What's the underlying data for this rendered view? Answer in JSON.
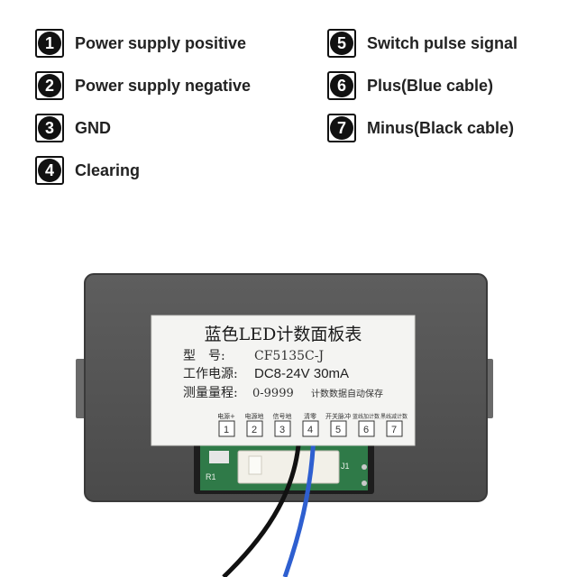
{
  "legend": {
    "items": [
      {
        "num": "1",
        "label": "Power supply positive"
      },
      {
        "num": "2",
        "label": "Power supply negative"
      },
      {
        "num": "3",
        "label": "GND"
      },
      {
        "num": "4",
        "label": "Clearing"
      },
      {
        "num": "5",
        "label": "Switch pulse signal"
      },
      {
        "num": "6",
        "label": "Plus(Blue cable)"
      },
      {
        "num": "7",
        "label": "Minus(Black cable)"
      }
    ]
  },
  "device": {
    "label": {
      "title": "蓝色LED计数面板表",
      "model_key": "型　号:",
      "model_value": "CF5135C-J",
      "power_key": "工作电源:",
      "power_value": "DC8-24V  30mA",
      "range_key": "测量量程:",
      "range_value": "0-9999",
      "range_note": "计数数据自动保存",
      "pins": [
        {
          "num": "1",
          "caption": "电源+"
        },
        {
          "num": "2",
          "caption": "电源地"
        },
        {
          "num": "3",
          "caption": "信号地"
        },
        {
          "num": "4",
          "caption": "清零"
        },
        {
          "num": "5",
          "caption": "开关脉冲"
        },
        {
          "num": "6",
          "caption": "蓝线加计数"
        },
        {
          "num": "7",
          "caption": "黑线减计数"
        }
      ]
    },
    "pcb": {
      "r_label": "R1",
      "j_label": "J1"
    },
    "colors": {
      "body": "#555555",
      "blue_cable": "#2e5fd0",
      "black_cable": "#111111"
    }
  }
}
